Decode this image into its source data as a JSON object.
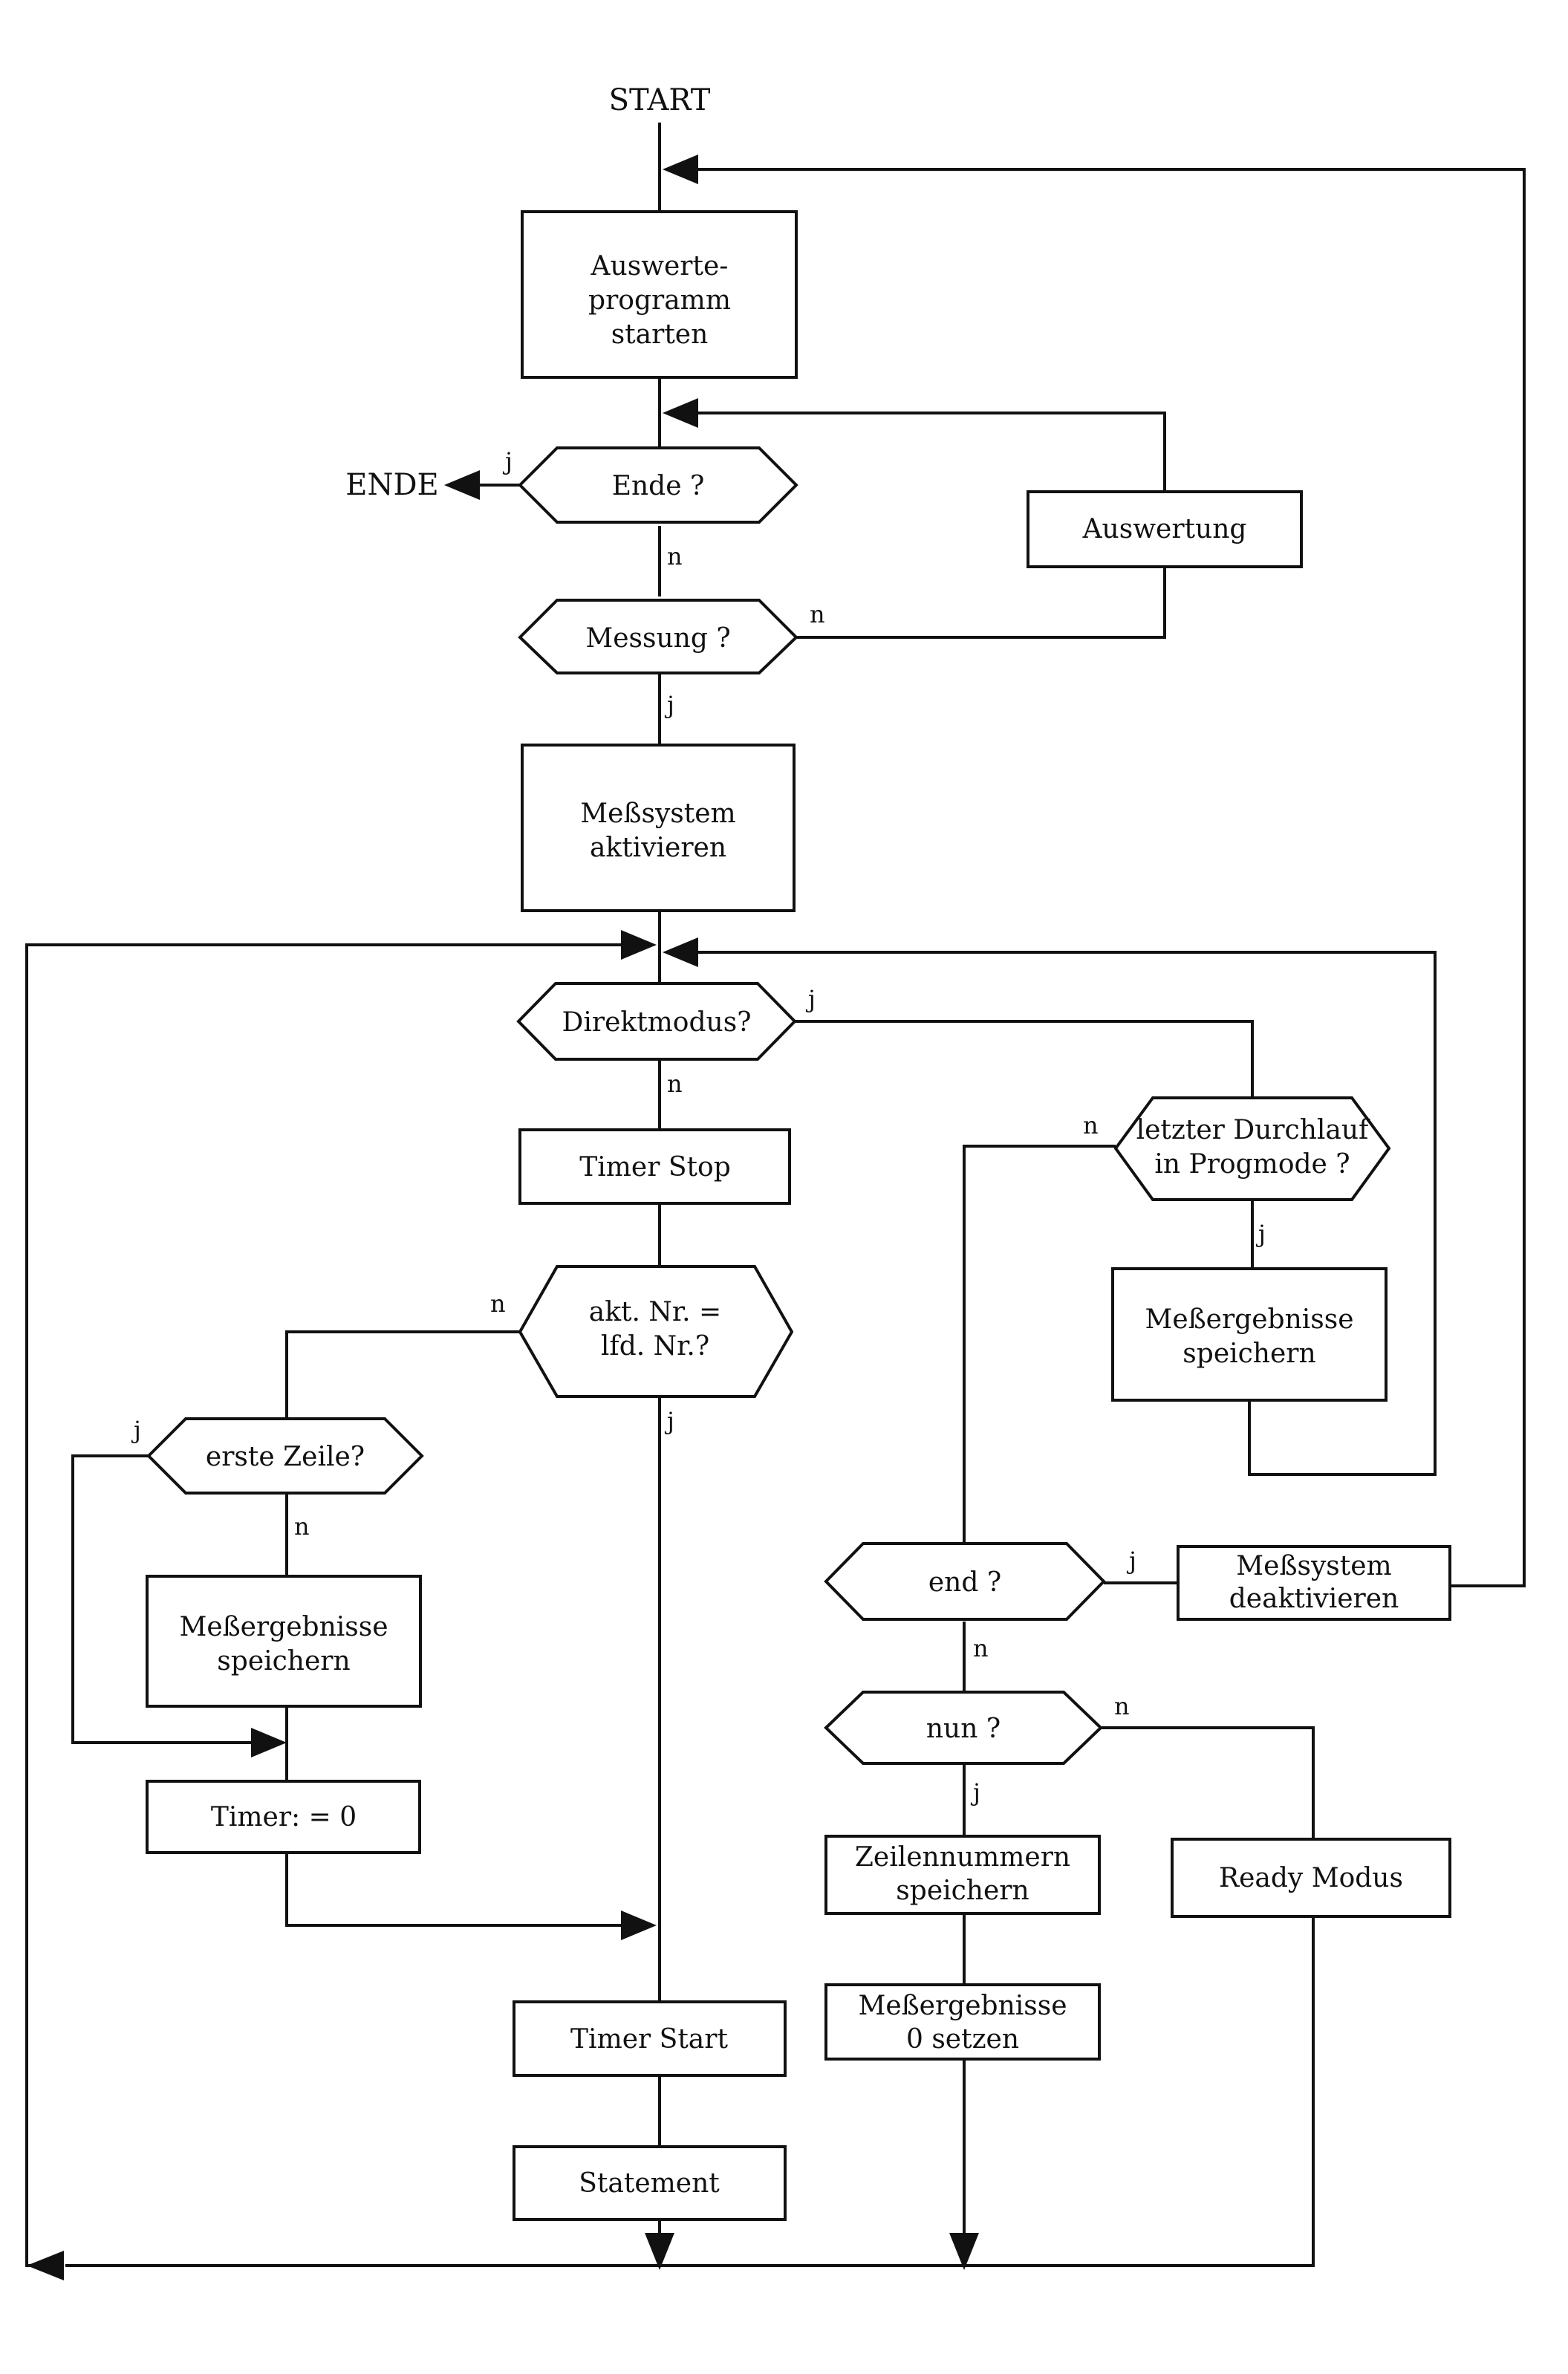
{
  "terminals": {
    "start": "START",
    "end": "ENDE"
  },
  "boxes": {
    "auswerteprogramm": [
      "Auswerte-",
      "programm",
      "starten"
    ],
    "auswertung": [
      "Auswertung"
    ],
    "messsystem_aktivieren": [
      "Meßsystem",
      "aktivieren"
    ],
    "timer_stop": [
      "Timer Stop"
    ],
    "messergebnisse_links": [
      "Meßergebnisse",
      "speichern"
    ],
    "timer_null": [
      "Timer: = 0"
    ],
    "timer_start": [
      "Timer Start"
    ],
    "statement": [
      "Statement"
    ],
    "messergebnisse_rechts": [
      "Meßergebnisse",
      "speichern"
    ],
    "messsystem_deaktivieren": [
      "Meßsystem",
      "deaktivieren"
    ],
    "zeilennummern": [
      "Zeilennummern",
      "speichern"
    ],
    "messergebnisse_null": [
      "Meßergebnisse",
      "0 setzen"
    ],
    "ready_modus": [
      "Ready Modus"
    ]
  },
  "decisions": {
    "ende": [
      "Ende ?"
    ],
    "messung": [
      "Messung ?"
    ],
    "direktmodus": [
      "Direktmodus?"
    ],
    "akt_nr": [
      "akt. Nr. =",
      "lfd. Nr.?"
    ],
    "erste_zeile": [
      "erste Zeile?"
    ],
    "letzter_durchlauf": [
      "letzter Durchlauf",
      "in Progmode ?"
    ],
    "end": [
      "end ?"
    ],
    "nun": [
      "nun ?"
    ]
  },
  "branch_labels": {
    "yes": "j",
    "no": "n"
  },
  "colors": {
    "ink": "#111111",
    "paper": "#ffffff"
  }
}
